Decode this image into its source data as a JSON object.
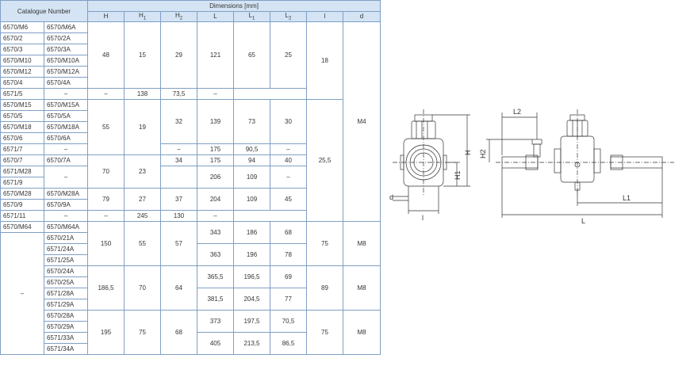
{
  "headers": {
    "catalogue": "Catalogue Number",
    "dimensions": "Dimensions [mm]",
    "cols": [
      "H",
      "H",
      "H",
      "L",
      "L",
      "L",
      "l",
      "d"
    ],
    "subs": [
      "",
      "1",
      "2",
      "",
      "1",
      "2",
      "",
      ""
    ]
  },
  "rows": [
    [
      "6570/M6",
      "6570/M6A"
    ],
    [
      "6570/2",
      "6570/2A"
    ],
    [
      "6570/3",
      "6570/3A"
    ],
    [
      "6570/M10",
      "6570/M10A"
    ],
    [
      "6570/M12",
      "6570/M12A"
    ],
    [
      "6570/4",
      "6570/4A"
    ],
    [
      "6571/5",
      "–"
    ],
    [
      "6570/M15",
      "6570/M15A"
    ],
    [
      "6570/5",
      "6570/5A"
    ],
    [
      "6570/M18",
      "6570/M18A"
    ],
    [
      "6570/6",
      "6570/6A"
    ],
    [
      "6571/7",
      "–"
    ],
    [
      "6570/7",
      "6570/7A"
    ],
    [
      "6571/M28",
      "–"
    ],
    [
      "6571/9",
      ""
    ],
    [
      "6570/M28",
      "6570/M28A"
    ],
    [
      "6570/9",
      "6570/9A"
    ],
    [
      "6571/11",
      "–"
    ],
    [
      "6570/M64",
      "6570/M64A"
    ],
    [
      "",
      "6570/21A"
    ],
    [
      "–",
      "6571/24A"
    ],
    [
      "",
      "6571/25A"
    ],
    [
      "",
      "6570/24A"
    ],
    [
      "",
      "6570/25A"
    ],
    [
      "",
      "6571/28A"
    ],
    [
      "",
      "6571/29A"
    ],
    [
      "",
      "6570/28A"
    ],
    [
      "",
      "6570/29A"
    ],
    [
      "",
      "6571/33A"
    ],
    [
      "",
      "6571/34A"
    ]
  ],
  "values": {
    "g1": {
      "H": "48",
      "H1": "15",
      "H2a": "29",
      "La": "121",
      "L1a": "65",
      "L2a": "25",
      "H2b": "–",
      "Lb": "138",
      "L1b": "73,5",
      "L2b": "–",
      "l": "18"
    },
    "g2": {
      "H": "55",
      "H1": "19",
      "H2a": "32",
      "La": "139",
      "L1a": "73",
      "L2a": "30",
      "H2b": "–",
      "Lb": "175",
      "L1b": "90,5",
      "L2b": "–",
      "l": "25,5",
      "d": "M4"
    },
    "g3": {
      "H": "70",
      "H1": "23",
      "H2a": "34",
      "La": "175",
      "L1a": "94",
      "L2a": "40",
      "Lb": "206",
      "L1b": "109",
      "L2b": "–"
    },
    "g4": {
      "H": "79",
      "H1": "27",
      "H2a": "37",
      "La": "204",
      "L1a": "109",
      "L2a": "45",
      "H2b": "–",
      "Lb": "245",
      "L1b": "130",
      "L2b": "–"
    },
    "g5": {
      "H": "150",
      "H1": "55",
      "H2": "57",
      "La": "343",
      "L1a": "186",
      "L2a": "68",
      "Lb": "363",
      "L1b": "196",
      "L2b": "78",
      "l": "75",
      "d": "M8"
    },
    "g6": {
      "H": "186,5",
      "H1": "70",
      "H2": "64",
      "La": "365,5",
      "L1a": "196,5",
      "L2a": "69",
      "Lb": "381,5",
      "L1b": "204,5",
      "L2b": "77",
      "l": "89",
      "d": "M8"
    },
    "g7": {
      "H": "195",
      "H1": "75",
      "H2": "68",
      "La": "373",
      "L1a": "197,5",
      "L2a": "70,5",
      "Lb": "405",
      "L1b": "213,5",
      "L2b": "86,5",
      "l": "75",
      "d": "M8"
    }
  },
  "drawing": {
    "labels": {
      "H": "H",
      "H1": "H1",
      "H2": "H2",
      "L": "L",
      "L1": "L1",
      "L2": "L2",
      "l": "l",
      "d": "d"
    }
  }
}
